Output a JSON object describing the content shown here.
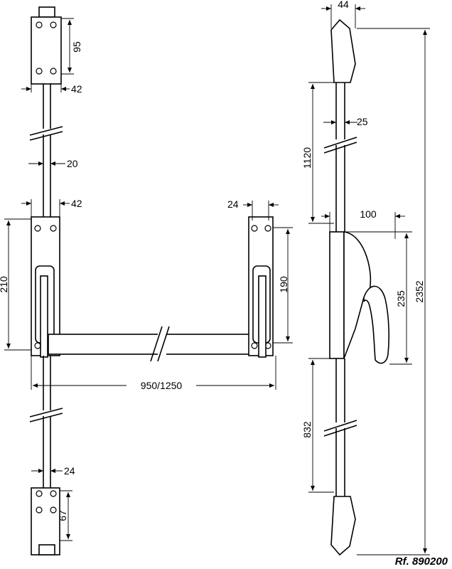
{
  "dimensions": {
    "top_plate_height": "95",
    "top_plate_width": "42",
    "rod_width": "20",
    "left_bracket_width": "42",
    "right_bracket_width": "24",
    "left_bracket_height": "210",
    "right_bracket_height": "190",
    "bar_length": "950/1250",
    "bottom_plate_width": "24",
    "bottom_plate_height": "67",
    "side_top_width": "44",
    "side_rod_width": "25",
    "side_upper_length": "1120",
    "side_handle_depth": "100",
    "side_handle_height": "235",
    "side_total_height": "2352",
    "side_lower_length": "832"
  },
  "reference": "Rf. 890200"
}
